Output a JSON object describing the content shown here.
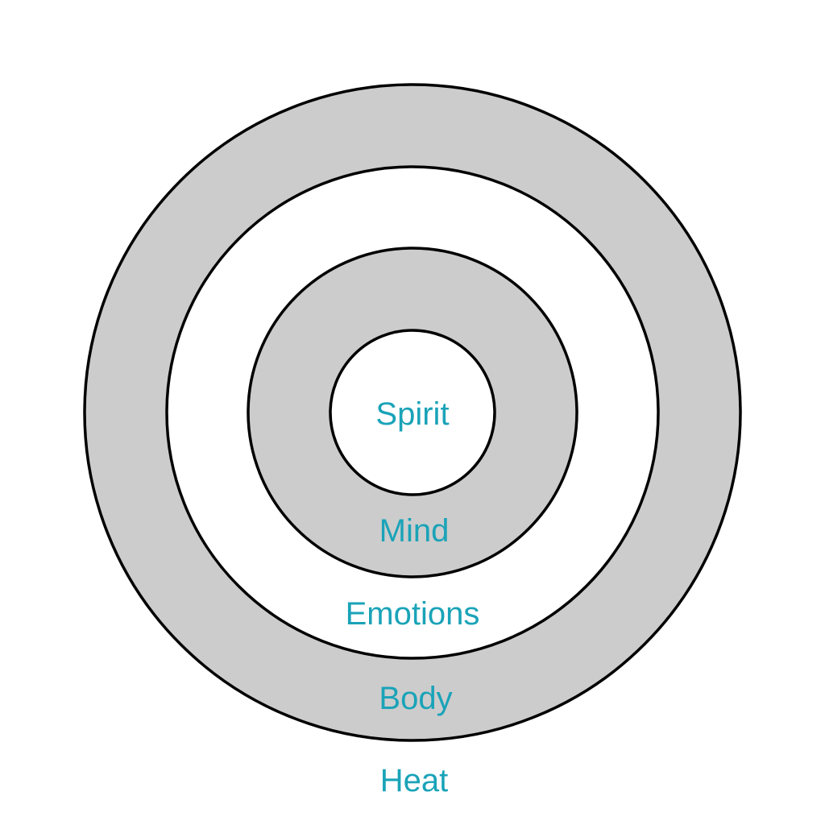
{
  "diagram": {
    "colors": {
      "ring_fill_gray": "#cccccc",
      "ring_fill_white": "#ffffff",
      "outline": "#000000",
      "label": "#1aa3b8"
    },
    "labels": {
      "spirit": "Spirit",
      "mind": "Mind",
      "emotions": "Emotions",
      "body": "Body",
      "heat": "Heat"
    }
  }
}
